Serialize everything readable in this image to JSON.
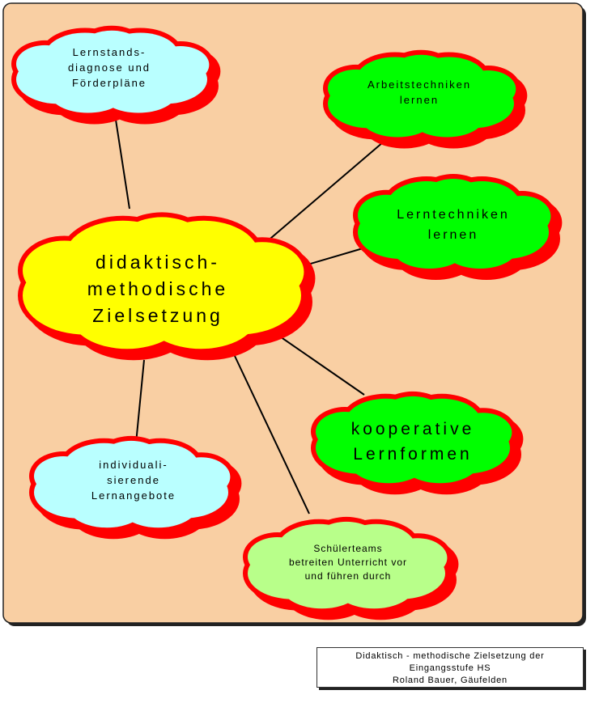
{
  "center": {
    "lines": [
      "didaktisch-",
      "methodische",
      "Zielsetzung"
    ]
  },
  "nodes": {
    "lernstand": {
      "lines": [
        "Lernstands-",
        "diagnose und",
        "Förderpläne"
      ]
    },
    "arbeitstechniken": {
      "lines": [
        "Arbeitstechniken",
        "lernen"
      ]
    },
    "lerntechniken": {
      "lines": [
        "Lerntechniken",
        "lernen"
      ]
    },
    "kooperative": {
      "lines": [
        "kooperative",
        "Lernformen"
      ]
    },
    "individuell": {
      "lines": [
        "individuali-",
        "sierende",
        "Lernangebote"
      ]
    },
    "schuelerteams": {
      "lines": [
        "Schülerteams",
        "betreiten Unterricht vor",
        "und führen durch"
      ]
    }
  },
  "caption": {
    "lines": [
      "Didaktisch - methodische Zielsetzung der",
      "Eingangsstufe HS",
      "Roland Bauer, Gäufelden"
    ]
  },
  "colors": {
    "panel": "#F9CFA3",
    "cloud_outline": "#FF0000",
    "center_fill": "#FFFF00",
    "green_fill": "#00FF00",
    "light_green_fill": "#B8FF8A",
    "light_blue_fill": "#B9FFFF"
  }
}
